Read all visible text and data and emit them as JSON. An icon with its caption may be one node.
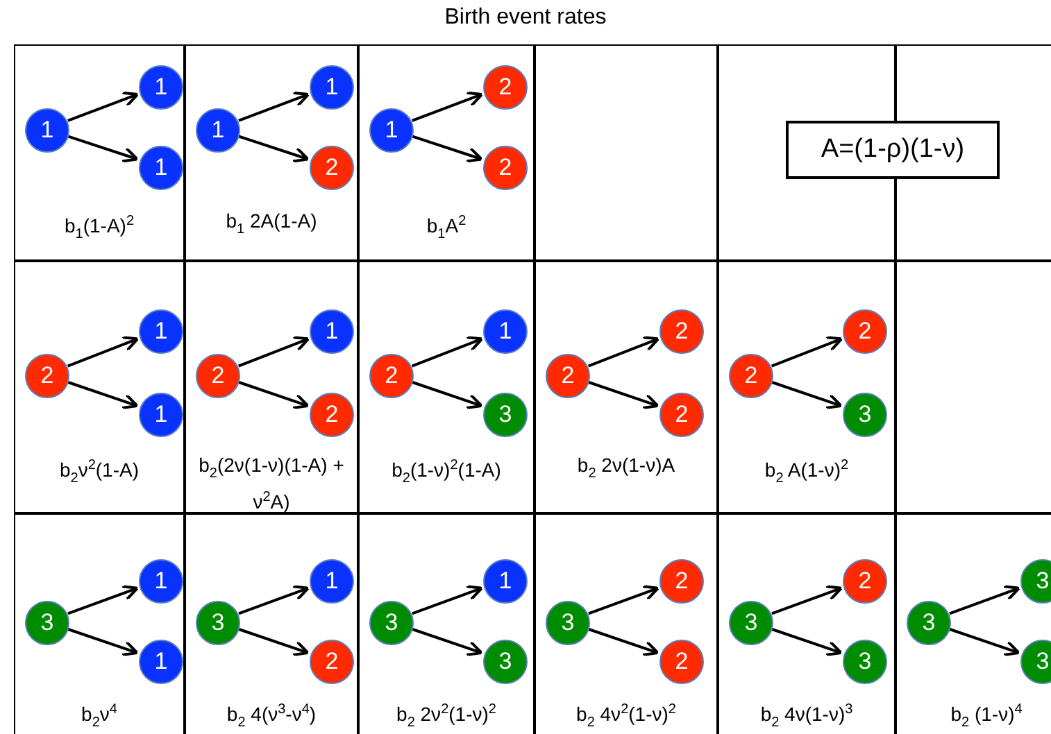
{
  "diagram": {
    "title": "Birth event rates",
    "nodes": [
      {
        "text": [
          "b$_{1}$(1-A)$^{2}$"
        ]
      },
      {
        "text": [
          "1"
        ],
        "in": 0
      },
      {
        "text": [
          "1"
        ],
        "in": 0
      },
      {
        "text": [
          "1"
        ],
        "in": 0
      },
      {
        "text": [
          "b$_{1}$ 2A(1-A)"
        ]
      },
      {
        "text": [
          "1"
        ],
        "in": 4
      },
      {
        "text": [
          "1"
        ],
        "in": 4
      },
      {
        "text": [
          "2"
        ],
        "in": 4
      },
      {
        "text": [
          "b$_{1}$A$^{2}$"
        ]
      },
      {
        "text": [
          "1"
        ],
        "in": 8
      },
      {
        "text": [
          "2"
        ],
        "in": 8
      },
      {
        "text": [
          "2"
        ],
        "in": 8
      },
      {
        "text": [
          "A=(1-ρ)(1-ν)"
        ]
      },
      {
        "text": [
          "b$_{2}$ν$^{2}$(1-A)"
        ]
      },
      {
        "text": [
          "2"
        ],
        "in": 13
      },
      {
        "text": [
          "1"
        ],
        "in": 13
      },
      {
        "text": [
          "1"
        ],
        "in": 13
      },
      {
        "text": [
          "b$_{2}$(2ν(1-ν)(1-A) + ν$^{2}$A)"
        ]
      },
      {
        "text": [
          "2"
        ],
        "in": 17
      },
      {
        "text": [
          "1"
        ],
        "in": 17
      },
      {
        "text": [
          "2"
        ],
        "in": 17
      },
      {
        "text": [
          "b$_{2}$(1-ν)$^{2}$(1-A)"
        ]
      },
      {
        "text": [
          "2"
        ],
        "in": 21
      },
      {
        "text": [
          "1"
        ],
        "in": 21
      },
      {
        "text": [
          "3"
        ],
        "in": 21
      },
      {
        "text": [
          "b$_{2}$ 2ν(1-ν)A"
        ]
      },
      {
        "text": [
          "2"
        ],
        "in": 25
      },
      {
        "text": [
          "2"
        ],
        "in": 25
      },
      {
        "text": [
          "2"
        ],
        "in": 25
      },
      {
        "text": [
          "b$_{2}$ A(1-ν)$^{2}$"
        ]
      },
      {
        "text": [
          "2"
        ],
        "in": 29
      },
      {
        "text": [
          "2"
        ],
        "in": 29
      },
      {
        "text": [
          "3"
        ],
        "in": 29
      },
      {
        "text": [
          "b$_{2}$ν$^{4}$"
        ]
      },
      {
        "text": [
          "3"
        ],
        "in": 33
      },
      {
        "text": [
          "1"
        ],
        "in": 33
      },
      {
        "text": [
          "1"
        ],
        "in": 33
      },
      {
        "text": [
          "b$_{2}$ 4(ν$^{3}$-ν$^{4}$)"
        ]
      },
      {
        "text": [
          "3"
        ],
        "in": 37
      },
      {
        "text": [
          "1"
        ],
        "in": 37
      },
      {
        "text": [
          "2"
        ],
        "in": 37
      },
      {
        "text": [
          "b$_{2}$ 2ν$^{2}$(1-ν)$^{2}$"
        ]
      },
      {
        "text": [
          "3"
        ],
        "in": 41
      },
      {
        "text": [
          "1"
        ],
        "in": 41
      },
      {
        "text": [
          "3"
        ],
        "in": 41
      },
      {
        "text": [
          "b$_{2}$ 4ν$^{2}$(1-ν)$^{2}$"
        ]
      },
      {
        "text": [
          "3"
        ],
        "in": 45
      },
      {
        "text": [
          "2"
        ],
        "in": 45
      },
      {
        "text": [
          "2"
        ],
        "in": 45
      },
      {
        "text": [
          "b$_{2}$ 4ν(1-ν)$^{3}$"
        ]
      },
      {
        "text": [
          "3"
        ],
        "in": 49
      },
      {
        "text": [
          "2"
        ],
        "in": 49
      },
      {
        "text": [
          "3"
        ],
        "in": 49
      },
      {
        "text": [
          "b$_{2}$ (1-ν)$^{4}$"
        ]
      },
      {
        "text": [
          "3"
        ],
        "in": 53
      },
      {
        "text": [
          "3"
        ],
        "in": 53
      },
      {
        "text": [
          "3"
        ],
        "in": 53
      }
    ],
    "edges": [
      {
        "from": 1,
        "to": 2,
        "arrow": "to"
      },
      {
        "from": 1,
        "to": 3,
        "arrow": "to"
      },
      {
        "from": 5,
        "to": 6,
        "arrow": "to"
      },
      {
        "from": 5,
        "to": 7,
        "arrow": "to"
      },
      {
        "from": 9,
        "to": 10,
        "arrow": "to"
      },
      {
        "from": 9,
        "to": 11,
        "arrow": "to"
      },
      {
        "from": 14,
        "to": 15,
        "arrow": "to"
      },
      {
        "from": 14,
        "to": 16,
        "arrow": "to"
      },
      {
        "from": 18,
        "to": 19,
        "arrow": "to"
      },
      {
        "from": 18,
        "to": 20,
        "arrow": "to"
      },
      {
        "from": 22,
        "to": 23,
        "arrow": "to"
      },
      {
        "from": 22,
        "to": 24,
        "arrow": "to"
      },
      {
        "from": 26,
        "to": 27,
        "arrow": "to"
      },
      {
        "from": 26,
        "to": 28,
        "arrow": "to"
      },
      {
        "from": 30,
        "to": 31,
        "arrow": "to"
      },
      {
        "from": 30,
        "to": 32,
        "arrow": "to"
      },
      {
        "from": 34,
        "to": 35,
        "arrow": "to"
      },
      {
        "from": 34,
        "to": 36,
        "arrow": "to"
      },
      {
        "from": 38,
        "to": 39,
        "arrow": "to"
      },
      {
        "from": 38,
        "to": 40,
        "arrow": "to"
      },
      {
        "from": 42,
        "to": 43,
        "arrow": "to"
      },
      {
        "from": 42,
        "to": 44,
        "arrow": "to"
      },
      {
        "from": 46,
        "to": 47,
        "arrow": "to"
      },
      {
        "from": 46,
        "to": 48,
        "arrow": "to"
      },
      {
        "from": 50,
        "to": 51,
        "arrow": "to"
      },
      {
        "from": 50,
        "to": 52,
        "arrow": "to"
      },
      {
        "from": 54,
        "to": 55,
        "arrow": "to"
      },
      {
        "from": 54,
        "to": 56,
        "arrow": "to"
      }
    ]
  }
}
